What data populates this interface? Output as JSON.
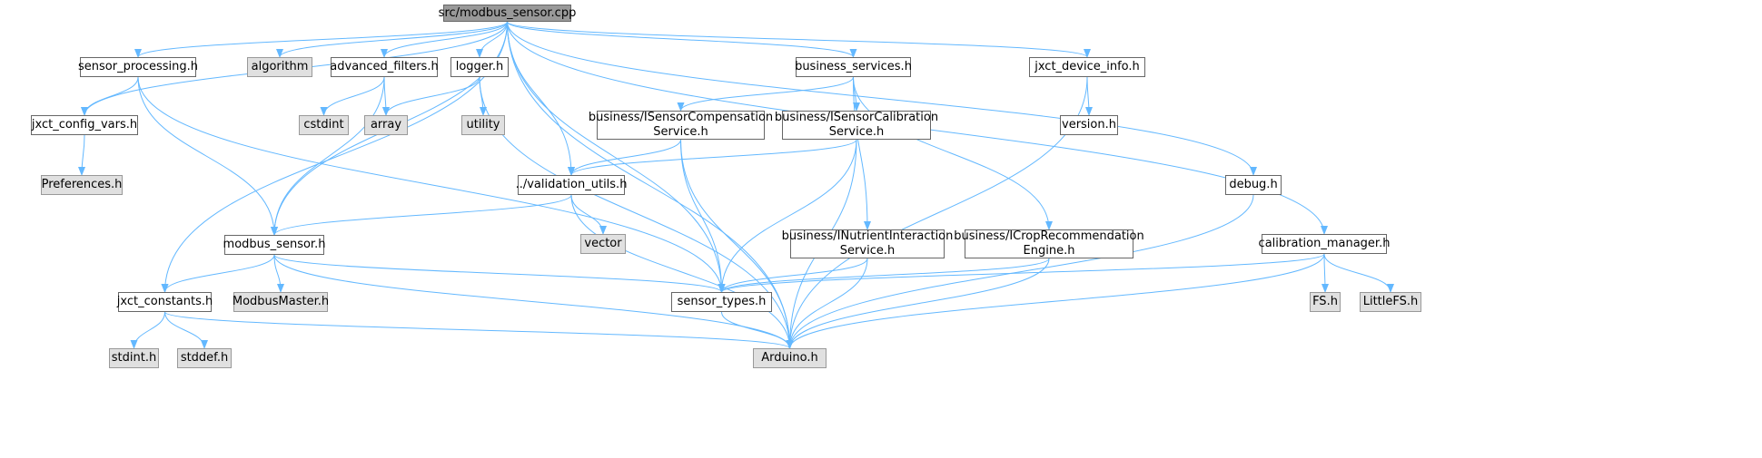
{
  "diagram": {
    "edge_color": "#63b8ff",
    "nodes": [
      {
        "id": "root",
        "label": "src/modbus_sensor.cpp",
        "kind": "root",
        "icon": "file-icon"
      },
      {
        "id": "sensor_processing",
        "label": "sensor_processing.h",
        "kind": "file"
      },
      {
        "id": "algorithm",
        "label": "algorithm",
        "kind": "system"
      },
      {
        "id": "advanced_filters",
        "label": "advanced_filters.h",
        "kind": "file"
      },
      {
        "id": "logger",
        "label": "logger.h",
        "kind": "file"
      },
      {
        "id": "business_services",
        "label": "business_services.h",
        "kind": "file"
      },
      {
        "id": "jxct_device_info",
        "label": "jxct_device_info.h",
        "kind": "file"
      },
      {
        "id": "jxct_config_vars",
        "label": "jxct_config_vars.h",
        "kind": "file"
      },
      {
        "id": "cstdint",
        "label": "cstdint",
        "kind": "system"
      },
      {
        "id": "array",
        "label": "array",
        "kind": "system"
      },
      {
        "id": "utility",
        "label": "utility",
        "kind": "system"
      },
      {
        "id": "ISensorCompensation",
        "label": "business/ISensorCompensation\nService.h",
        "kind": "file"
      },
      {
        "id": "ISensorCalibration",
        "label": "business/ISensorCalibration\nService.h",
        "kind": "file"
      },
      {
        "id": "version",
        "label": "version.h",
        "kind": "file"
      },
      {
        "id": "preferences",
        "label": "Preferences.h",
        "kind": "system"
      },
      {
        "id": "validation_utils",
        "label": "../validation_utils.h",
        "kind": "file"
      },
      {
        "id": "debug",
        "label": "debug.h",
        "kind": "file"
      },
      {
        "id": "vector",
        "label": "vector",
        "kind": "system"
      },
      {
        "id": "INutrientInteraction",
        "label": "business/INutrientInteraction\nService.h",
        "kind": "file"
      },
      {
        "id": "ICropRecommendation",
        "label": "business/ICropRecommendation\nEngine.h",
        "kind": "file"
      },
      {
        "id": "modbus_sensor",
        "label": "modbus_sensor.h",
        "kind": "file"
      },
      {
        "id": "calibration_manager",
        "label": "calibration_manager.h",
        "kind": "file"
      },
      {
        "id": "jxct_constants",
        "label": "jxct_constants.h",
        "kind": "file"
      },
      {
        "id": "ModbusMaster",
        "label": "ModbusMaster.h",
        "kind": "system"
      },
      {
        "id": "sensor_types",
        "label": "sensor_types.h",
        "kind": "file"
      },
      {
        "id": "FS",
        "label": "FS.h",
        "kind": "system"
      },
      {
        "id": "LittleFS",
        "label": "LittleFS.h",
        "kind": "system"
      },
      {
        "id": "stdint",
        "label": "stdint.h",
        "kind": "system"
      },
      {
        "id": "stddef",
        "label": "stddef.h",
        "kind": "system"
      },
      {
        "id": "Arduino",
        "label": "Arduino.h",
        "kind": "system"
      }
    ],
    "edges": [
      [
        "root",
        "sensor_processing"
      ],
      [
        "root",
        "algorithm"
      ],
      [
        "root",
        "advanced_filters"
      ],
      [
        "root",
        "logger"
      ],
      [
        "root",
        "business_services"
      ],
      [
        "root",
        "jxct_device_info"
      ],
      [
        "root",
        "jxct_config_vars"
      ],
      [
        "root",
        "modbus_sensor"
      ],
      [
        "root",
        "validation_utils"
      ],
      [
        "root",
        "sensor_types"
      ],
      [
        "root",
        "jxct_constants"
      ],
      [
        "root",
        "Arduino"
      ],
      [
        "root",
        "debug"
      ],
      [
        "root",
        "calibration_manager"
      ],
      [
        "sensor_processing",
        "jxct_config_vars"
      ],
      [
        "sensor_processing",
        "modbus_sensor"
      ],
      [
        "sensor_processing",
        "sensor_types"
      ],
      [
        "advanced_filters",
        "cstdint"
      ],
      [
        "advanced_filters",
        "array"
      ],
      [
        "advanced_filters",
        "modbus_sensor"
      ],
      [
        "logger",
        "array"
      ],
      [
        "logger",
        "utility"
      ],
      [
        "logger",
        "Arduino"
      ],
      [
        "business_services",
        "ISensorCompensation"
      ],
      [
        "business_services",
        "ISensorCalibration"
      ],
      [
        "business_services",
        "INutrientInteraction"
      ],
      [
        "business_services",
        "ICropRecommendation"
      ],
      [
        "jxct_device_info",
        "version"
      ],
      [
        "jxct_device_info",
        "Arduino"
      ],
      [
        "jxct_config_vars",
        "preferences"
      ],
      [
        "ISensorCompensation",
        "validation_utils"
      ],
      [
        "ISensorCompensation",
        "sensor_types"
      ],
      [
        "ISensorCompensation",
        "Arduino"
      ],
      [
        "ISensorCalibration",
        "validation_utils"
      ],
      [
        "ISensorCalibration",
        "sensor_types"
      ],
      [
        "ISensorCalibration",
        "Arduino"
      ],
      [
        "validation_utils",
        "modbus_sensor"
      ],
      [
        "validation_utils",
        "vector"
      ],
      [
        "validation_utils",
        "Arduino"
      ],
      [
        "INutrientInteraction",
        "sensor_types"
      ],
      [
        "INutrientInteraction",
        "Arduino"
      ],
      [
        "ICropRecommendation",
        "sensor_types"
      ],
      [
        "ICropRecommendation",
        "Arduino"
      ],
      [
        "modbus_sensor",
        "jxct_constants"
      ],
      [
        "modbus_sensor",
        "ModbusMaster"
      ],
      [
        "modbus_sensor",
        "sensor_types"
      ],
      [
        "modbus_sensor",
        "Arduino"
      ],
      [
        "jxct_constants",
        "stdint"
      ],
      [
        "jxct_constants",
        "stddef"
      ],
      [
        "jxct_constants",
        "Arduino"
      ],
      [
        "sensor_types",
        "Arduino"
      ],
      [
        "debug",
        "Arduino"
      ],
      [
        "calibration_manager",
        "sensor_types"
      ],
      [
        "calibration_manager",
        "FS"
      ],
      [
        "calibration_manager",
        "LittleFS"
      ],
      [
        "calibration_manager",
        "Arduino"
      ]
    ]
  }
}
